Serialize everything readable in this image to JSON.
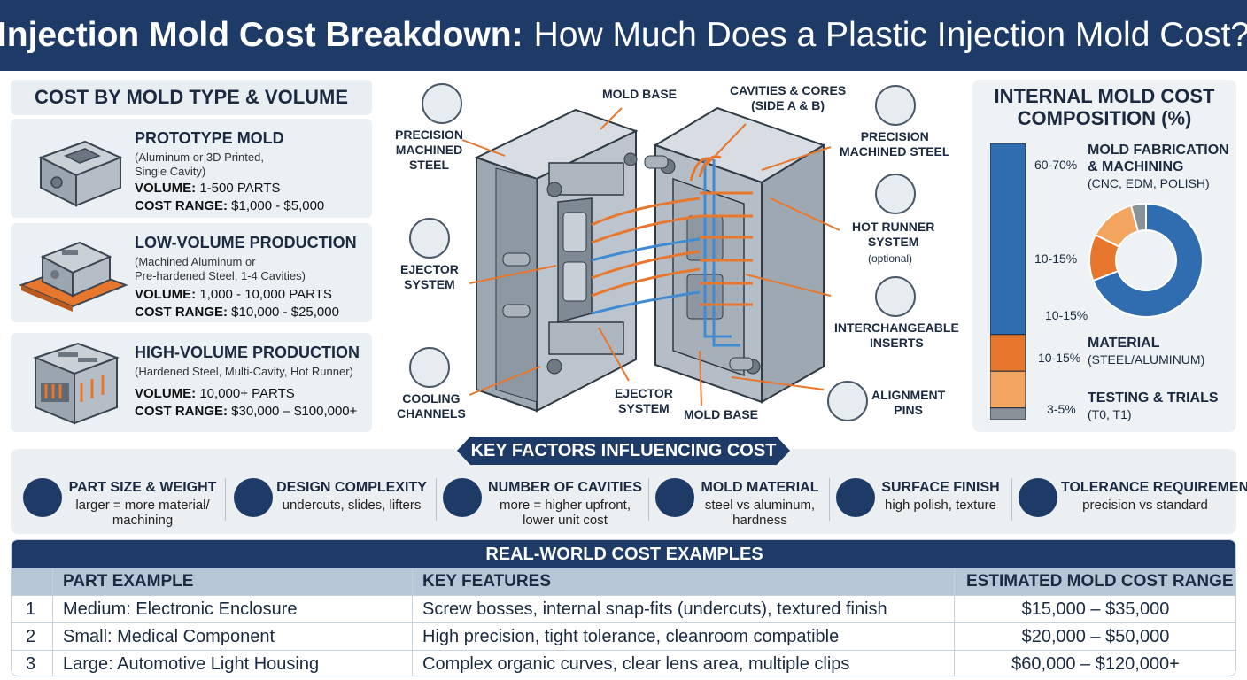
{
  "header": {
    "title_bold": "Injection Mold Cost Breakdown:",
    "title_rest": "How Much Does a Plastic Injection Mold Cost?"
  },
  "mold_types": {
    "title": "COST BY MOLD TYPE & VOLUME",
    "items": [
      {
        "name": "PROTOTYPE MOLD",
        "desc_1": "(Aluminum or 3D Printed,",
        "desc_2": "Single Cavity)",
        "volume_label": "VOLUME:",
        "volume": "1-500 PARTS",
        "cost_label": "COST RANGE:",
        "cost": "$1,000 - $5,000"
      },
      {
        "name": "LOW-VOLUME PRODUCTION",
        "desc_1": "(Machined Aluminum or",
        "desc_2": "Pre-hardened Steel, 1-4 Cavities)",
        "volume_label": "VOLUME:",
        "volume": "1,000 - 10,000 PARTS",
        "cost_label": "COST RANGE:",
        "cost": "$10,000 - $25,000"
      },
      {
        "name": "HIGH-VOLUME PRODUCTION",
        "desc_1": "(Hardened Steel, Multi-Cavity, Hot Runner)",
        "desc_2": "",
        "volume_label": "VOLUME:",
        "volume": "10,000+ PARTS",
        "cost_label": "COST RANGE:",
        "cost": "$30,000 – $100,000+"
      }
    ]
  },
  "diagram": {
    "labels": {
      "precision_steel_left": "PRECISION\nMACHINED\nSTEEL",
      "mold_base_top": "MOLD BASE",
      "cavities_cores": "CAVITIES & CORES\n(SIDE A & B)",
      "precision_steel_right": "PRECISION\nMACHINED STEEL",
      "ejector_left": "EJECTOR\nSYSTEM",
      "hot_runner": "HOT RUNNER\nSYSTEM",
      "hot_runner_note": "(optional)",
      "interchangeable": "INTERCHANGEABLE\nINSERTS",
      "cooling": "COOLING\nCHANNELS",
      "ejector_bottom": "EJECTOR\nSYSTEM",
      "mold_base_bottom": "MOLD BASE",
      "alignment": "ALIGNMENT\nPINS"
    }
  },
  "composition": {
    "title_1": "INTERNAL MOLD COST",
    "title_2": "COMPOSITION (%)",
    "segments": [
      {
        "pct_label": "60-70%",
        "name": "MOLD FABRICATION",
        "name_2": "& MACHINING",
        "detail": "(CNC, EDM, POLISH)",
        "share": 65,
        "color": "#2f6cb0"
      },
      {
        "pct_label": "10-15%",
        "name": "MATERIAL",
        "name_2": "",
        "detail": "(STEEL/ALUMINUM)",
        "share": 12.5,
        "color": "#e8772e"
      },
      {
        "pct_label": "10-15%",
        "name": "",
        "name_2": "",
        "detail": "",
        "share": 12.5,
        "color": "#f3a45f"
      },
      {
        "pct_label": "3-5%",
        "name": "TESTING & TRIALS",
        "name_2": "",
        "detail": "(T0, T1)",
        "share": 4,
        "color": "#8a9299"
      }
    ],
    "side_labels": {
      "a": "10-15%",
      "b": "10-15%",
      "c": "10-15%"
    }
  },
  "key_factors": {
    "title": "KEY FACTORS INFLUENCING COST",
    "items": [
      {
        "title": "PART SIZE & WEIGHT",
        "desc_1": "larger = more material/",
        "desc_2": "machining",
        "icon": "weight-icon"
      },
      {
        "title": "DESIGN COMPLEXITY",
        "desc_1": "undercuts, slides, lifters",
        "desc_2": "",
        "icon": "gear-icon"
      },
      {
        "title": "NUMBER OF CAVITIES",
        "desc_1": "more = higher upfront,",
        "desc_2": "lower unit cost",
        "icon": "cavities-icon"
      },
      {
        "title": "MOLD MATERIAL",
        "desc_1": "steel vs aluminum,",
        "desc_2": "hardness",
        "icon": "layers-icon"
      },
      {
        "title": "SURFACE FINISH",
        "desc_1": "high polish, texture",
        "desc_2": "",
        "icon": "sparkle-icon"
      },
      {
        "title": "TOLERANCE REQUIREMENTS",
        "desc_1": "precision vs standard",
        "desc_2": "",
        "icon": "check-icon"
      }
    ]
  },
  "examples": {
    "title": "REAL-WORLD COST EXAMPLES",
    "headers": [
      "PART EXAMPLE",
      "KEY FEATURES",
      "ESTIMATED MOLD COST RANGE"
    ],
    "rows": [
      {
        "n": "1",
        "part": "Medium: Electronic Enclosure",
        "features": "Screw bosses, internal snap-fits (undercuts), textured finish",
        "cost": "$15,000 – $35,000"
      },
      {
        "n": "2",
        "part": "Small: Medical Component",
        "features": "High precision, tight tolerance, cleanroom compatible",
        "cost": "$20,000 – $50,000"
      },
      {
        "n": "3",
        "part": "Large: Automotive Light Housing",
        "features": "Complex organic curves, clear lens area, multiple clips",
        "cost": "$60,000 – $120,000+"
      }
    ]
  }
}
